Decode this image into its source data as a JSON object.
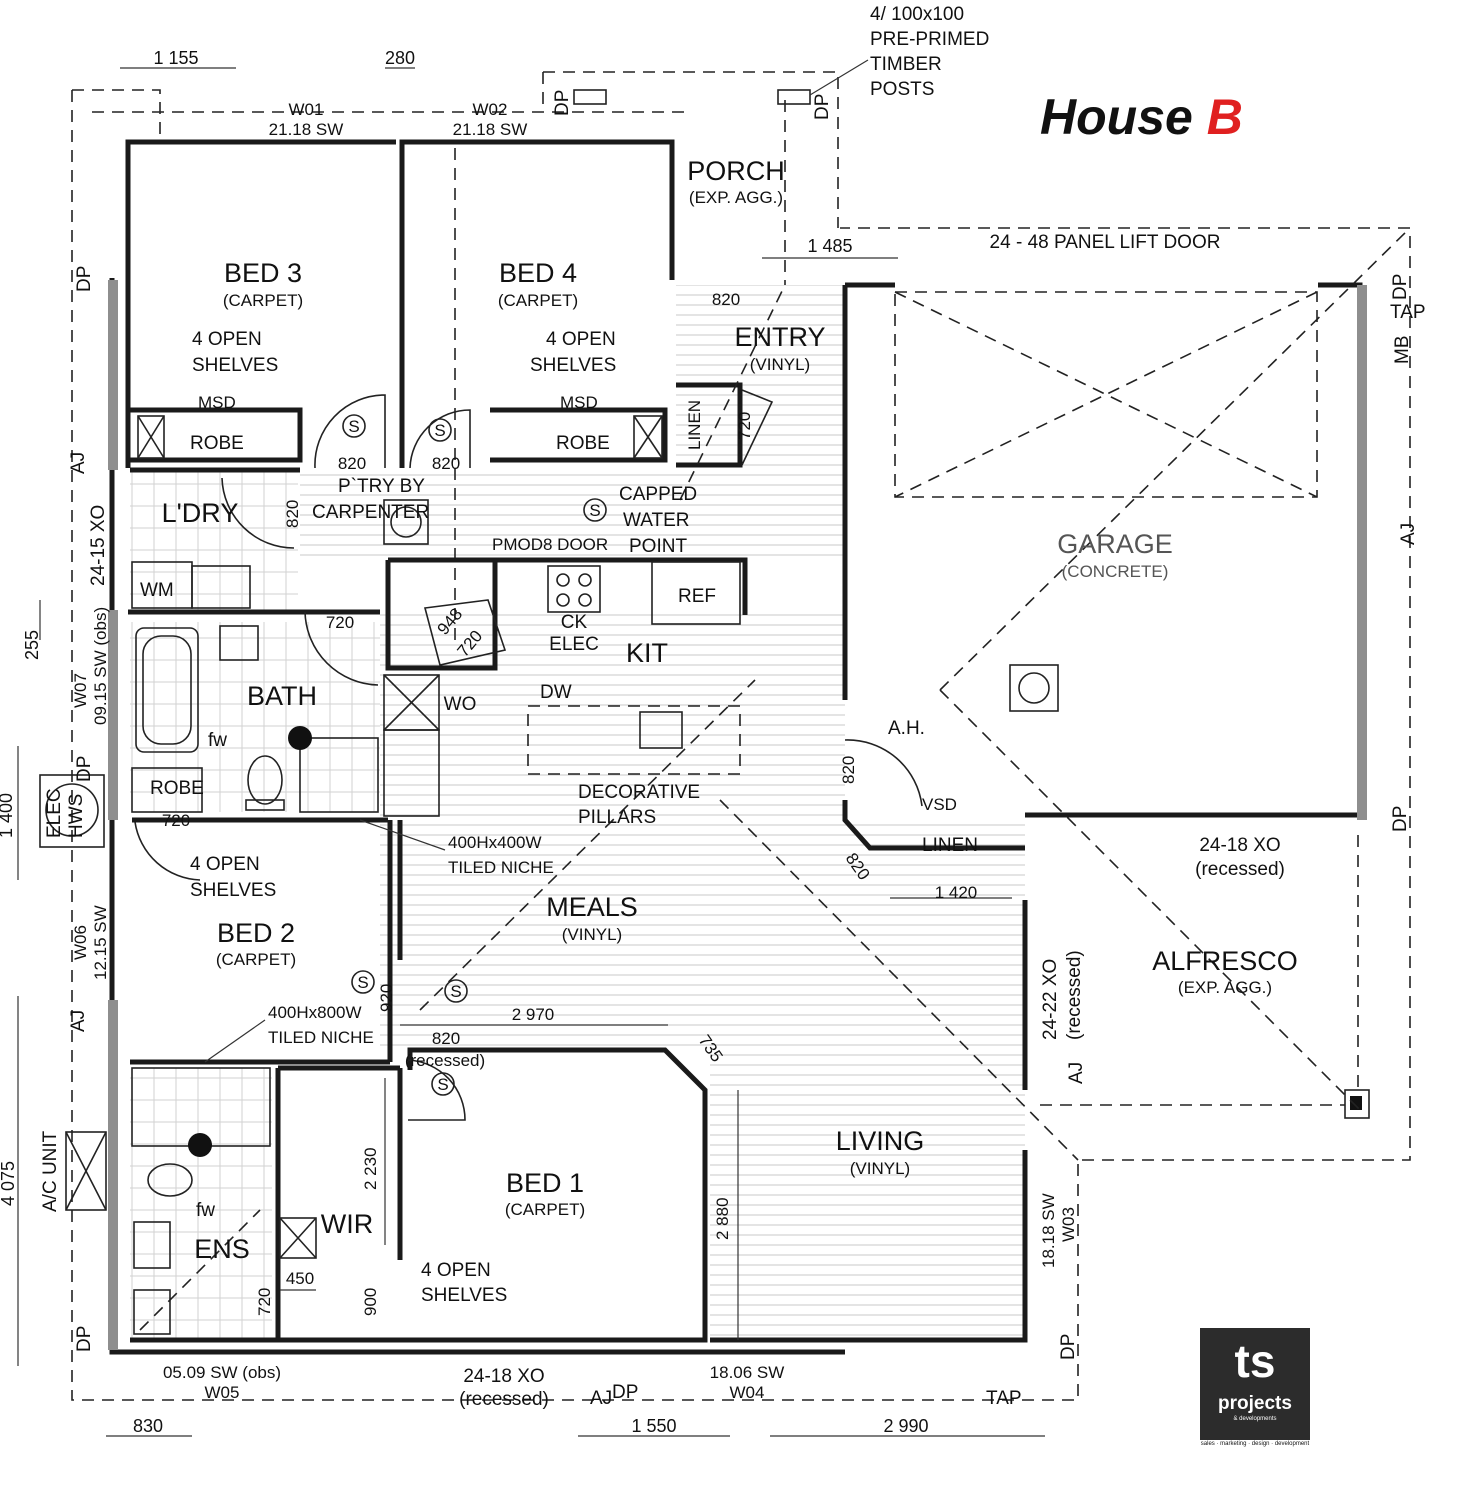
{
  "title": {
    "main": "House",
    "accent": "B",
    "accent_color": "#e02020"
  },
  "rooms": {
    "bed3": {
      "name": "BED 3",
      "floor": "(CARPET)"
    },
    "bed4": {
      "name": "BED 4",
      "floor": "(CARPET)"
    },
    "porch": {
      "name": "PORCH",
      "floor": "(EXP. AGG.)"
    },
    "entry": {
      "name": "ENTRY",
      "floor": "(VINYL)"
    },
    "garage": {
      "name": "GARAGE",
      "floor": "(CONCRETE)"
    },
    "laundry": {
      "name": "L'DRY"
    },
    "kitchen": {
      "name": "KIT"
    },
    "bath": {
      "name": "BATH"
    },
    "bed2": {
      "name": "BED 2",
      "floor": "(CARPET)"
    },
    "meals": {
      "name": "MEALS",
      "floor": "(VINYL)"
    },
    "alfresco": {
      "name": "ALFRESCO",
      "floor": "(EXP. AGG.)"
    },
    "living": {
      "name": "LIVING",
      "floor": "(VINYL)"
    },
    "bed1": {
      "name": "BED 1",
      "floor": "(CARPET)"
    },
    "ens": {
      "name": "ENS"
    },
    "wir": {
      "name": "WIR"
    },
    "wo": {
      "name": "WO"
    }
  },
  "labels": {
    "posts": [
      "4/ 100x100",
      "PRE-PRIMED",
      "TIMBER",
      "POSTS"
    ],
    "lift_door": "24 - 48 PANEL LIFT DOOR",
    "w01": "W01",
    "w01_size": "21.18 SW",
    "w02": "W02",
    "w02_size": "21.18 SW",
    "open_shelves_a": [
      "4 OPEN",
      "SHELVES"
    ],
    "open_shelves_b": [
      "4 OPEN",
      "SHELVES"
    ],
    "open_shelves_c": [
      "4 OPEN",
      "SHELVES"
    ],
    "open_shelves_d": [
      "4 OPEN",
      "SHELVES"
    ],
    "msd": "MSD",
    "robe": "ROBE",
    "linen": "LINEN",
    "pantry": [
      "P`TRY BY",
      "CARPENTER"
    ],
    "capped": [
      "CAPPED",
      "WATER",
      "POINT"
    ],
    "pmod": "PMOD8 DOOR",
    "wm": "WM",
    "ref": "REF",
    "ck": "CK",
    "elec": "ELEC",
    "dw": "DW",
    "ah": "A.H.",
    "vsd": "VSD",
    "fw": "fw",
    "pillars": [
      "DECORATIVE",
      "PILLARS"
    ],
    "niche1": [
      "400Hx400W",
      "TILED NICHE"
    ],
    "niche2": [
      "400Hx800W",
      "TILED NICHE"
    ],
    "s": "S",
    "elec_hws": [
      "ELEC",
      "HWS"
    ],
    "ac_unit": "A/C UNIT",
    "dp": "DP",
    "aj": "AJ",
    "tap": "TAP",
    "mb": "MB",
    "xo_garage": [
      "24-18 XO",
      "(recessed)"
    ],
    "xo_alfresco": "24-22 XO",
    "xo_alfresco_rec": "(recessed)",
    "xo_bottom": [
      "24-18 XO",
      "(recessed)"
    ],
    "recessed": "(recessed)",
    "w03": "W03",
    "w03_size": "18.18 SW",
    "w04": "W04",
    "w04_size": "18.06 SW",
    "w05": "W05",
    "w05_size": "05.09 SW (obs)",
    "w06": "W06",
    "w06_size": "12.15 SW",
    "w07": "W07",
    "w07_size": "09.15 SW (obs)",
    "laundry_xo": "24-15 XO"
  },
  "dimensions": {
    "d1155": "1 155",
    "d280": "280",
    "d1485": "1 485",
    "d820a": "820",
    "d720a": "720",
    "d820b": "820",
    "d820c": "820",
    "d820d": "820",
    "d720b": "720",
    "d948": "948",
    "d720c": "720",
    "d720d": "720",
    "d255": "255",
    "d1400": "1 400",
    "d820e": "820",
    "d820f": "820",
    "d1420": "1 420",
    "d920": "920",
    "d820g": "820",
    "d2970": "2 970",
    "d735": "735",
    "d2230": "2 230",
    "d2880": "2 880",
    "d4075": "4 075",
    "d450": "450",
    "d720e": "720",
    "d900": "900",
    "d830": "830",
    "d1550": "1 550",
    "d2990": "2 990"
  },
  "logo": {
    "mark": "ts",
    "name": "projects",
    "small": "& developments",
    "tagline": "sales · marketing · design · development"
  }
}
